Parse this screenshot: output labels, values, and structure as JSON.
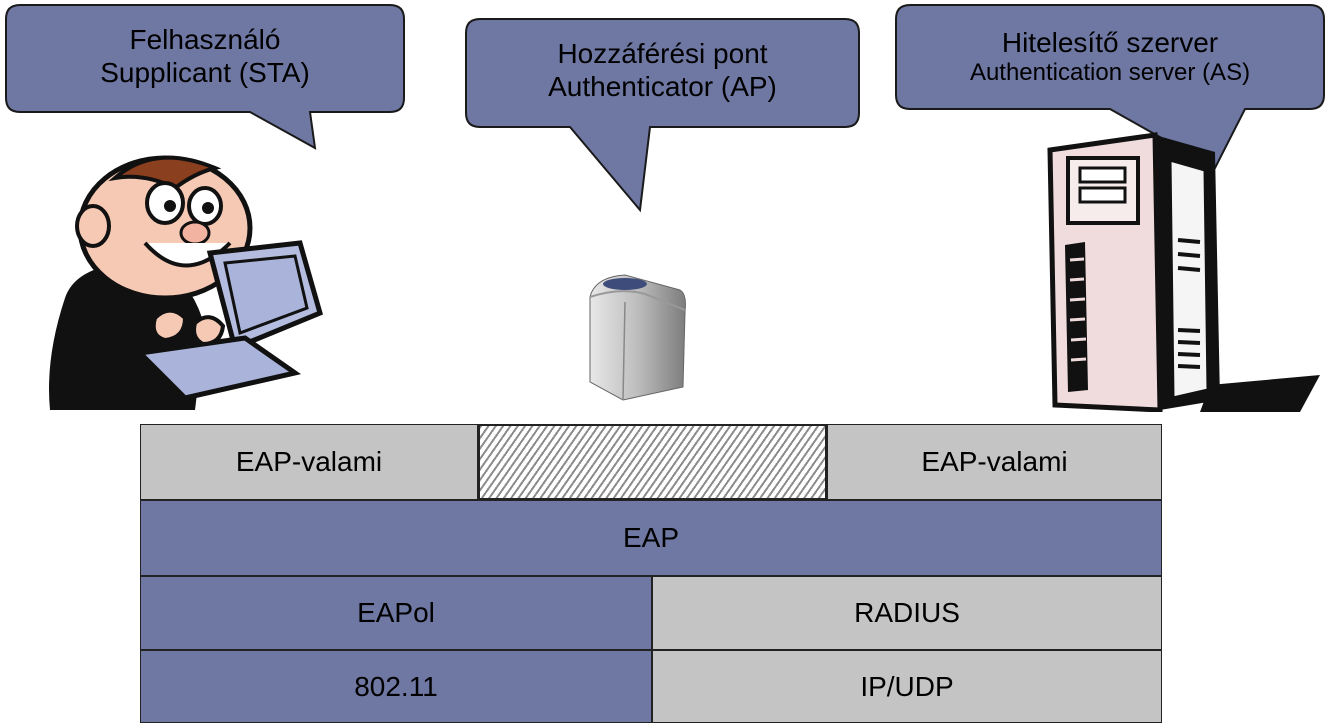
{
  "bubbles": {
    "user": {
      "line1": "Felhasználó",
      "line2": "Supplicant (STA)"
    },
    "ap": {
      "line1": "Hozzáférési pont",
      "line2": "Authenticator (AP)"
    },
    "server": {
      "line1": "Hitelesítő szerver",
      "line2": "Authentication server (AS)"
    }
  },
  "icons": {
    "user": "person-at-computer-icon",
    "ap": "access-point-device-icon",
    "server": "server-tower-icon"
  },
  "stack": {
    "row1": {
      "left": "EAP-valami",
      "right": "EAP-valami"
    },
    "row2": {
      "full": "EAP"
    },
    "row3": {
      "left": "EAPol",
      "right": "RADIUS"
    },
    "row4": {
      "left": "802.11",
      "right": "IP/UDP"
    }
  },
  "colors": {
    "bubble": "#6f77a3",
    "layer_blue": "#6f77a3",
    "layer_gray": "#c4c4c4"
  }
}
